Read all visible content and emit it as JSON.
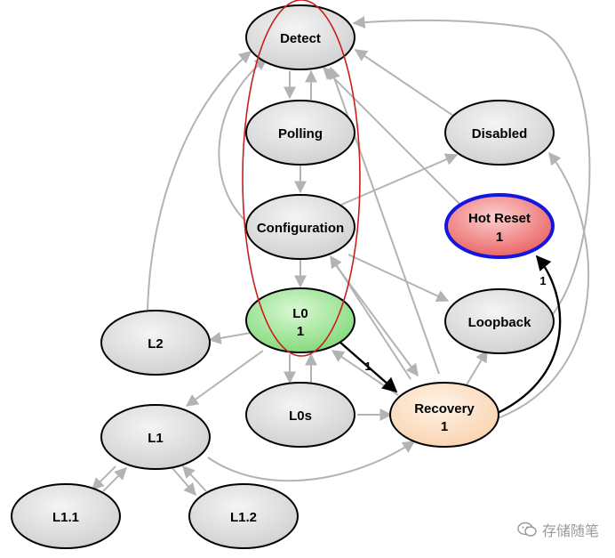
{
  "states": {
    "detect": {
      "label": "Detect"
    },
    "polling": {
      "label": "Polling"
    },
    "configuration": {
      "label": "Configuration"
    },
    "l0": {
      "label": "L0",
      "count": "1"
    },
    "l0s": {
      "label": "L0s"
    },
    "l2": {
      "label": "L2"
    },
    "l1": {
      "label": "L1"
    },
    "l1_1": {
      "label": "L1.1"
    },
    "l1_2": {
      "label": "L1.2"
    },
    "recovery": {
      "label": "Recovery",
      "count": "1"
    },
    "loopback": {
      "label": "Loopback"
    },
    "disabled": {
      "label": "Disabled"
    },
    "hot_reset": {
      "label": "Hot Reset",
      "count": "1"
    }
  },
  "edge_labels": {
    "l0_to_recovery": "1",
    "recovery_to_hot_reset": "1"
  },
  "colors": {
    "state_fill": "#dcdcdc",
    "l0_fill": "#8fe08a",
    "recovery_fill": "#fde3c8",
    "hot_reset_fill": "#f07d7d",
    "hot_reset_border": "#1515e0",
    "highlight_ellipse": "#c81e1e",
    "active_edge": "#000000",
    "edge": "#b3b3b3"
  },
  "watermark": {
    "text": "存储随笔"
  }
}
